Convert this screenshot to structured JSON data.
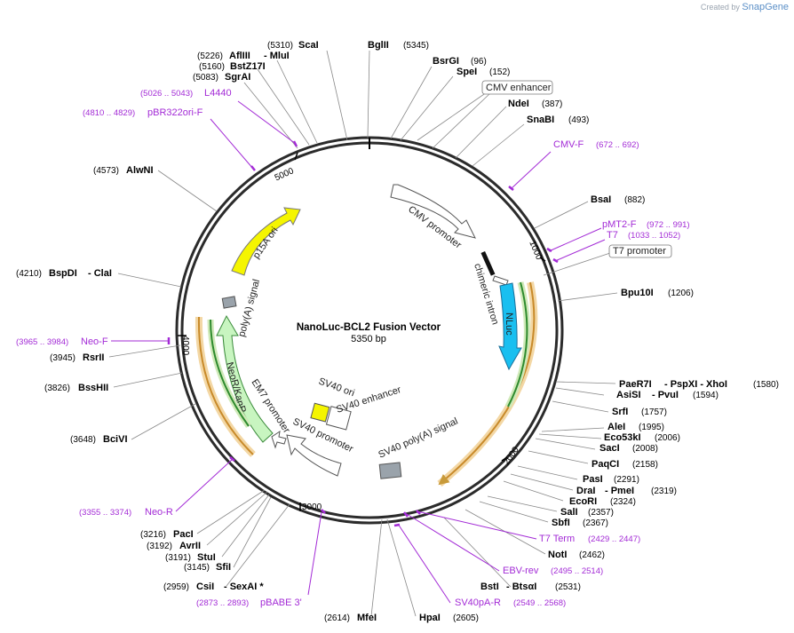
{
  "watermark": {
    "created_by": "Created by",
    "brand": "SnapGene"
  },
  "plasmid": {
    "name": "NanoLuc-BCL2 Fusion Vector",
    "length_label": "5350 bp"
  },
  "ticks": [
    "1000",
    "2000",
    "3000",
    "4000",
    "5000"
  ],
  "sites": [
    {
      "name": "ScaI",
      "pos": "(5310)"
    },
    {
      "name": "BglII",
      "pos": "(5345)"
    },
    {
      "name": "AflIII",
      "extra": "- MluI",
      "pos": "(5226)"
    },
    {
      "name": "BstZ17I",
      "pos": "(5160)"
    },
    {
      "name": "SgrAI",
      "pos": "(5083)"
    },
    {
      "name": "BsrGI",
      "pos": "(96)"
    },
    {
      "name": "SpeI",
      "pos": "(152)"
    },
    {
      "name": "NdeI",
      "pos": "(387)"
    },
    {
      "name": "SnaBI",
      "pos": "(493)"
    },
    {
      "name": "BsaI",
      "pos": "(882)"
    },
    {
      "name": "Bpu10I",
      "pos": "(1206)"
    },
    {
      "name": "AlwNI",
      "pos": "(4573)"
    },
    {
      "name": "BspDI",
      "extra": "- ClaI",
      "pos": "(4210)"
    },
    {
      "name": "RsrII",
      "pos": "(3945)"
    },
    {
      "name": "BssHII",
      "pos": "(3826)"
    },
    {
      "name": "BciVI",
      "pos": "(3648)"
    },
    {
      "name": "PaeR7I",
      "extra": "- PspXI - XhoI",
      "pos": "(1580)"
    },
    {
      "name": "AsiSI",
      "extra": "- PvuI",
      "pos": "(1594)"
    },
    {
      "name": "SrfI",
      "pos": "(1757)"
    },
    {
      "name": "AleI",
      "pos": "(1995)"
    },
    {
      "name": "Eco53kI",
      "pos": "(2006)"
    },
    {
      "name": "SacI",
      "pos": "(2008)"
    },
    {
      "name": "PaqCI",
      "pos": "(2158)"
    },
    {
      "name": "PasI",
      "pos": "(2291)"
    },
    {
      "name": "DraI",
      "extra": "- PmeI",
      "pos": "(2319)"
    },
    {
      "name": "EcoRI",
      "pos": "(2324)"
    },
    {
      "name": "SalI",
      "pos": "(2357)"
    },
    {
      "name": "SbfI",
      "pos": "(2367)"
    },
    {
      "name": "NotI",
      "pos": "(2462)"
    },
    {
      "name": "BstI",
      "extra": "- BtsαI",
      "pos": "(2531)"
    },
    {
      "name": "PacI",
      "pos": "(3216)"
    },
    {
      "name": "AvrII",
      "pos": "(3192)"
    },
    {
      "name": "StuI",
      "pos": "(3191)"
    },
    {
      "name": "SfiI",
      "pos": "(3145)"
    },
    {
      "name": "CsiI",
      "extra": "- SexAI *",
      "pos": "(2959)"
    },
    {
      "name": "MfeI",
      "pos": "(2614)"
    },
    {
      "name": "HpaI",
      "pos": "(2605)"
    }
  ],
  "primers": [
    {
      "name": "L4440",
      "range": "(5026 .. 5043)"
    },
    {
      "name": "pBR322ori-F",
      "range": "(4810 .. 4829)"
    },
    {
      "name": "CMV-F",
      "range": "(672 .. 692)"
    },
    {
      "name": "pMT2-F",
      "range": "(972 .. 991)"
    },
    {
      "name": "T7",
      "range": "(1033 .. 1052)"
    },
    {
      "name": "Neo-F",
      "range": "(3965 .. 3984)"
    },
    {
      "name": "Neo-R",
      "range": "(3355 .. 3374)"
    },
    {
      "name": "T7 Term",
      "range": "(2429 .. 2447)"
    },
    {
      "name": "EBV-rev",
      "range": "(2495 .. 2514)"
    },
    {
      "name": "SV40pA-R",
      "range": "(2549 .. 2568)"
    },
    {
      "name": "pBABE 3'",
      "range": "(2873 .. 2893)"
    }
  ],
  "boxed_features": [
    "CMV enhancer",
    "T7 promoter"
  ],
  "features": [
    "CMV promoter",
    "chimeric intron",
    "NLuc",
    "SV40 poly(A) signal",
    "SV40 ori",
    "SV40 enhancer",
    "SV40 promoter",
    "EM7 promoter",
    "NeoR/KanR",
    "poly(A) signal",
    "p15A ori"
  ],
  "colors": {
    "backbone": "#2b2b2b",
    "primer": "#a32bd6",
    "nluc": "#19bff0",
    "orf_outer": "#e0a23a",
    "orf_inner": "#2e8b2e",
    "neo": "#c8f5c0",
    "ori": "#f5f500",
    "sv40ori": "#f5f500",
    "polya": "#9aa3ab"
  }
}
